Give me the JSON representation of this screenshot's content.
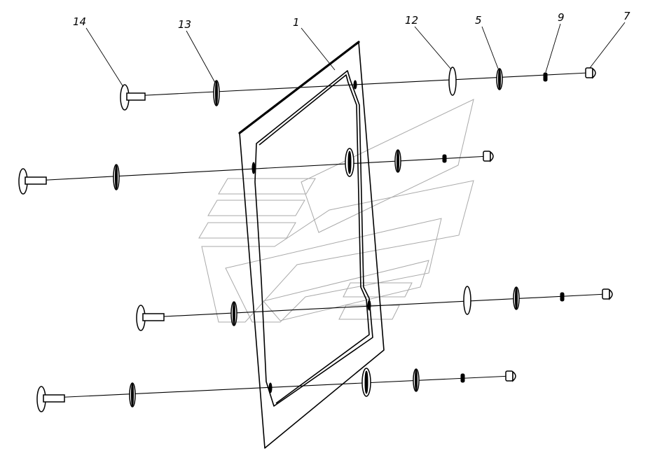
{
  "callouts": [
    {
      "id": "14",
      "text": "14"
    },
    {
      "id": "13",
      "text": "13"
    },
    {
      "id": "1",
      "text": "1"
    },
    {
      "id": "12",
      "text": "12"
    },
    {
      "id": "5",
      "text": "5"
    },
    {
      "id": "9",
      "text": "9"
    },
    {
      "id": "7",
      "text": "7"
    }
  ],
  "fastener_rows": 4,
  "colors": {
    "line": "#000000",
    "watermark": "#a9a9a9",
    "background": "#ffffff"
  }
}
